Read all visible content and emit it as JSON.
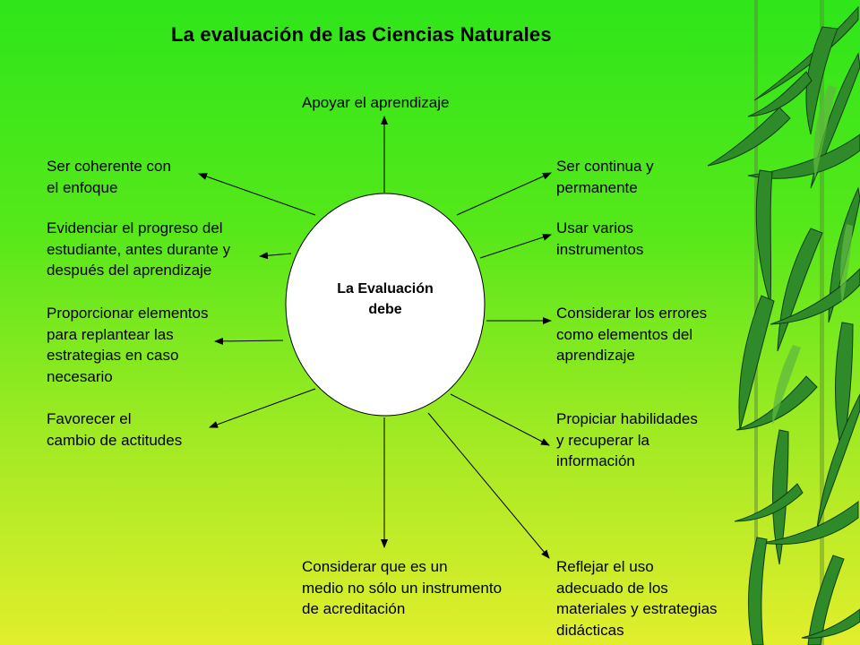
{
  "title": "La evaluación de las Ciencias Naturales",
  "center": {
    "lines": [
      "La Evaluación",
      "debe"
    ]
  },
  "nodes": [
    {
      "id": "apoyar",
      "lines": [
        "Apoyar el  aprendizaje"
      ]
    },
    {
      "id": "coherente",
      "lines": [
        "Ser coherente con",
        "el enfoque"
      ]
    },
    {
      "id": "evidenciar",
      "lines": [
        "Evidenciar el progreso del",
        "estudiante, antes durante y",
        "después del aprendizaje"
      ]
    },
    {
      "id": "proporcionar",
      "lines": [
        "Proporcionar elementos",
        "para replantear las",
        "estrategias en caso",
        "necesario"
      ]
    },
    {
      "id": "favorecer",
      "lines": [
        "Favorecer el",
        "cambio de actitudes"
      ]
    },
    {
      "id": "considerar-medio",
      "lines": [
        "Considerar que es un",
        "medio no sólo un instrumento",
        "de acreditación"
      ]
    },
    {
      "id": "continua",
      "lines": [
        "Ser continua y",
        "permanente"
      ]
    },
    {
      "id": "instrumentos",
      "lines": [
        "Usar varios",
        "instrumentos"
      ]
    },
    {
      "id": "errores",
      "lines": [
        "Considerar los errores",
        "como elementos del",
        "aprendizaje"
      ]
    },
    {
      "id": "habilidades",
      "lines": [
        "Propiciar habilidades",
        "y recuperar la",
        "información"
      ]
    },
    {
      "id": "reflejar",
      "lines": [
        "Reflejar el uso",
        "adecuado de los",
        "materiales y estrategias",
        "didácticas"
      ]
    }
  ],
  "colors": {
    "background_top": "#2ee61a",
    "background_bottom": "#e2ee2c",
    "ellipse_fill": "#ffffff",
    "stroke": "#000000",
    "leaf": "#2f8a2a"
  }
}
